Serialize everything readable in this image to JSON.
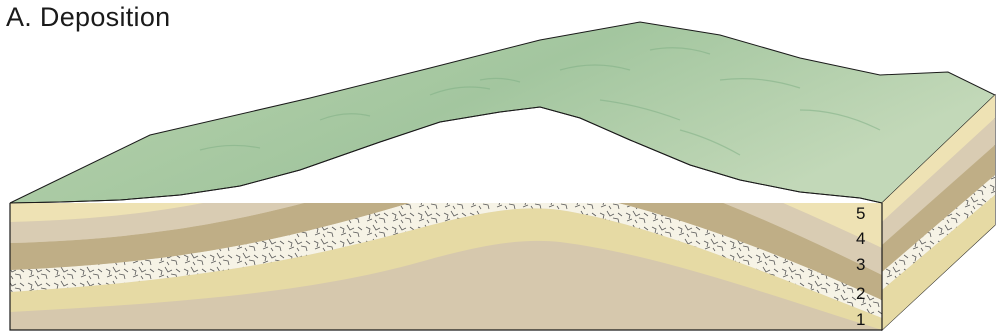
{
  "title": "A. Deposition",
  "layers": [
    {
      "label": "1",
      "color": "#d6c8ad"
    },
    {
      "label": "2",
      "color": "#e6daa4"
    },
    {
      "label": "",
      "color": "#f4f1e2"
    },
    {
      "label": "3",
      "color": "#bfae86"
    },
    {
      "label": "4",
      "color": "#d9ccb3"
    },
    {
      "label": "5",
      "color": "#eee2b4"
    }
  ],
  "colors": {
    "surface": "#a9c9a4",
    "surface_dark": "#7fae85",
    "outline": "#1a1a1a"
  }
}
